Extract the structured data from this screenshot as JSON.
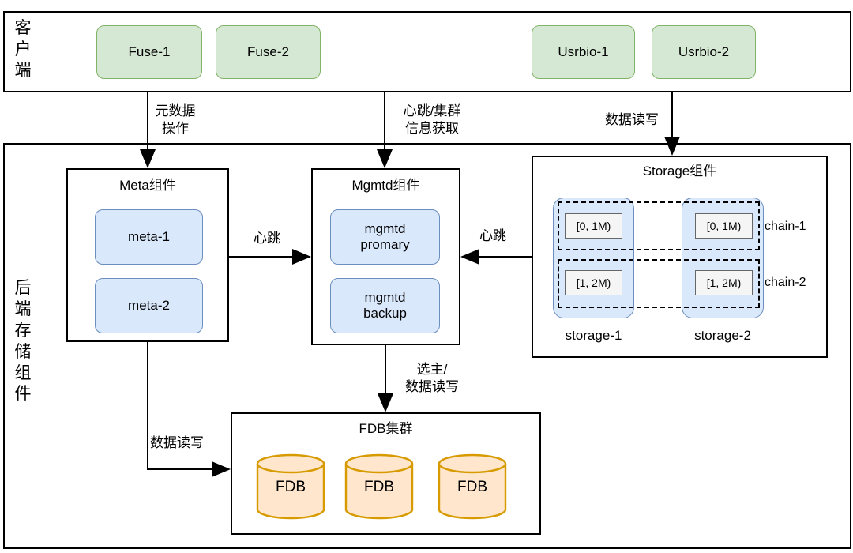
{
  "client": {
    "label": "客户端",
    "nodes": [
      {
        "label": "Fuse-1"
      },
      {
        "label": "Fuse-2"
      },
      {
        "label": "Usrbio-1"
      },
      {
        "label": "Usrbio-2"
      }
    ]
  },
  "backend": {
    "label": "后端存储组件"
  },
  "meta": {
    "title": "Meta组件",
    "nodes": [
      "meta-1",
      "meta-2"
    ]
  },
  "mgmtd": {
    "title": "Mgmtd组件",
    "nodes": [
      [
        "mgmtd",
        "promary"
      ],
      [
        "mgmtd",
        "backup"
      ]
    ]
  },
  "storage": {
    "title": "Storage组件",
    "servers": [
      {
        "label": "storage-1",
        "targets": [
          "[0, 1M)",
          "[1, 2M)"
        ]
      },
      {
        "label": "storage-2",
        "targets": [
          "[0, 1M)",
          "[1, 2M)"
        ]
      }
    ],
    "chains": [
      "chain-1",
      "chain-2"
    ]
  },
  "fdb": {
    "title": "FDB集群",
    "nodes": [
      "FDB",
      "FDB",
      "FDB"
    ]
  },
  "edges": {
    "meta_op": [
      "元数据",
      "操作"
    ],
    "hb_cluster": [
      "心跳/集群",
      "信息获取"
    ],
    "data_rw_client": "数据读写",
    "hb_meta": "心跳",
    "hb_storage": "心跳",
    "elect": [
      "选主/",
      "数据读写"
    ],
    "data_rw_meta": "数据读写"
  },
  "colors": {
    "client_node_fill": "#d5e8d4",
    "client_node_border": "#82b366",
    "blue_fill": "#dae8fc",
    "blue_border": "#6c8ebf",
    "fdb_fill": "#ffe6cc",
    "fdb_border": "#d79b00",
    "target_fill": "#f5f5f5",
    "target_border": "#666666",
    "line": "#000000"
  }
}
